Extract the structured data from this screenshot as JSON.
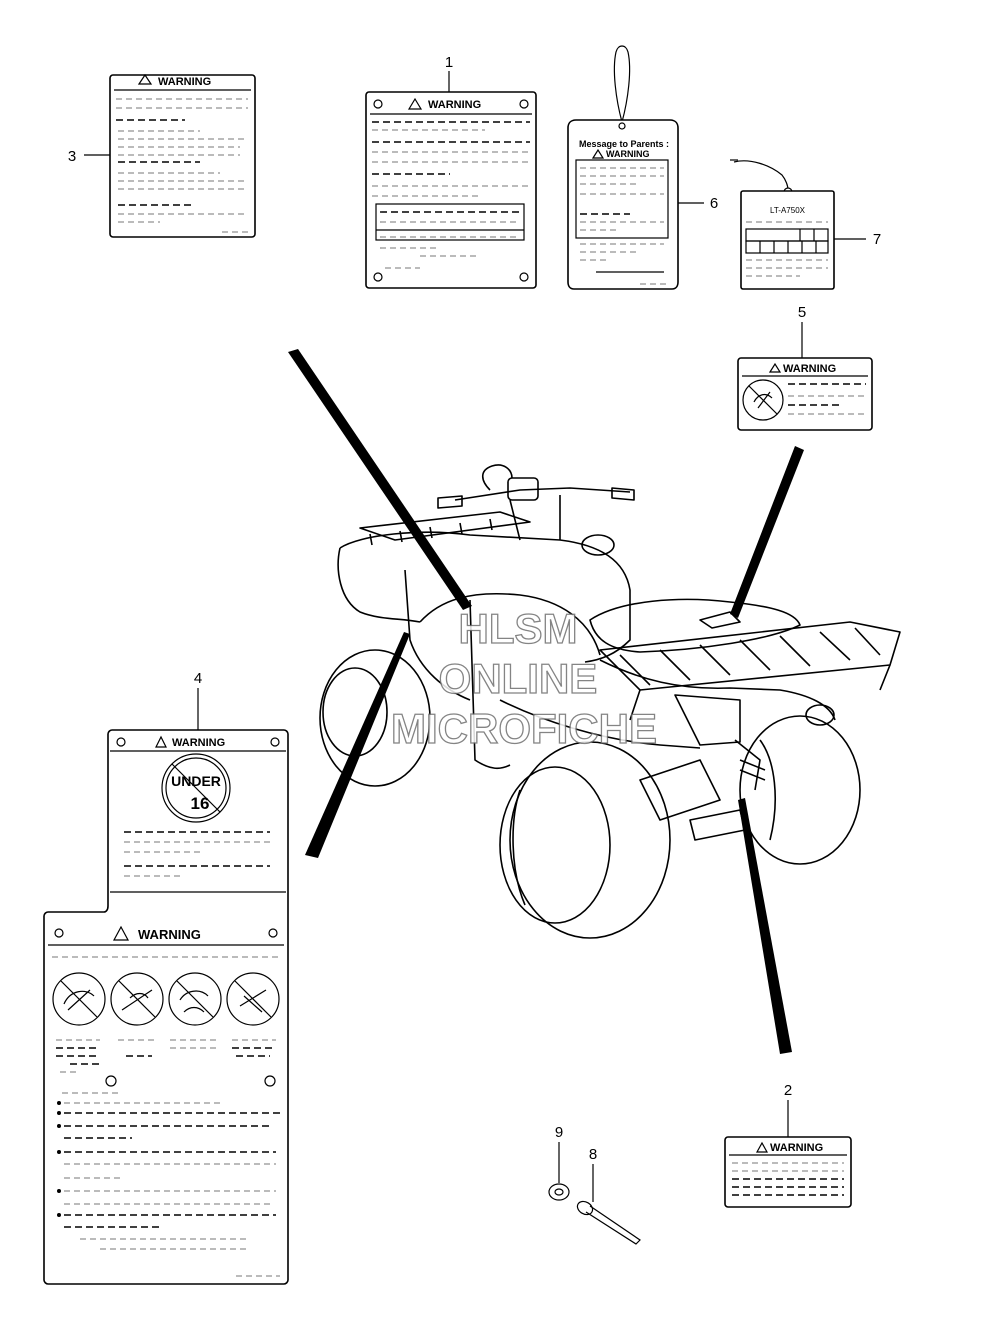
{
  "callouts": [
    {
      "id": "c1",
      "text": "1"
    },
    {
      "id": "c2",
      "text": "2"
    },
    {
      "id": "c3",
      "text": "3"
    },
    {
      "id": "c4",
      "text": "4"
    },
    {
      "id": "c5",
      "text": "5"
    },
    {
      "id": "c6",
      "text": "6"
    },
    {
      "id": "c7",
      "text": "7"
    },
    {
      "id": "c8",
      "text": "8"
    },
    {
      "id": "c9",
      "text": "9"
    }
  ],
  "labels": {
    "warning": "WARNING",
    "parents_title": "Message to Parents :",
    "model_code": "LT-A750X",
    "under_top": "UNDER",
    "under_num": "16"
  },
  "watermark": {
    "line1": "HLSM",
    "line2": "ONLINE",
    "line3": "MICROFICHE"
  },
  "colors": {
    "ink": "#000000",
    "paper": "#ffffff",
    "watermark_outline": "#6f6f6f"
  }
}
